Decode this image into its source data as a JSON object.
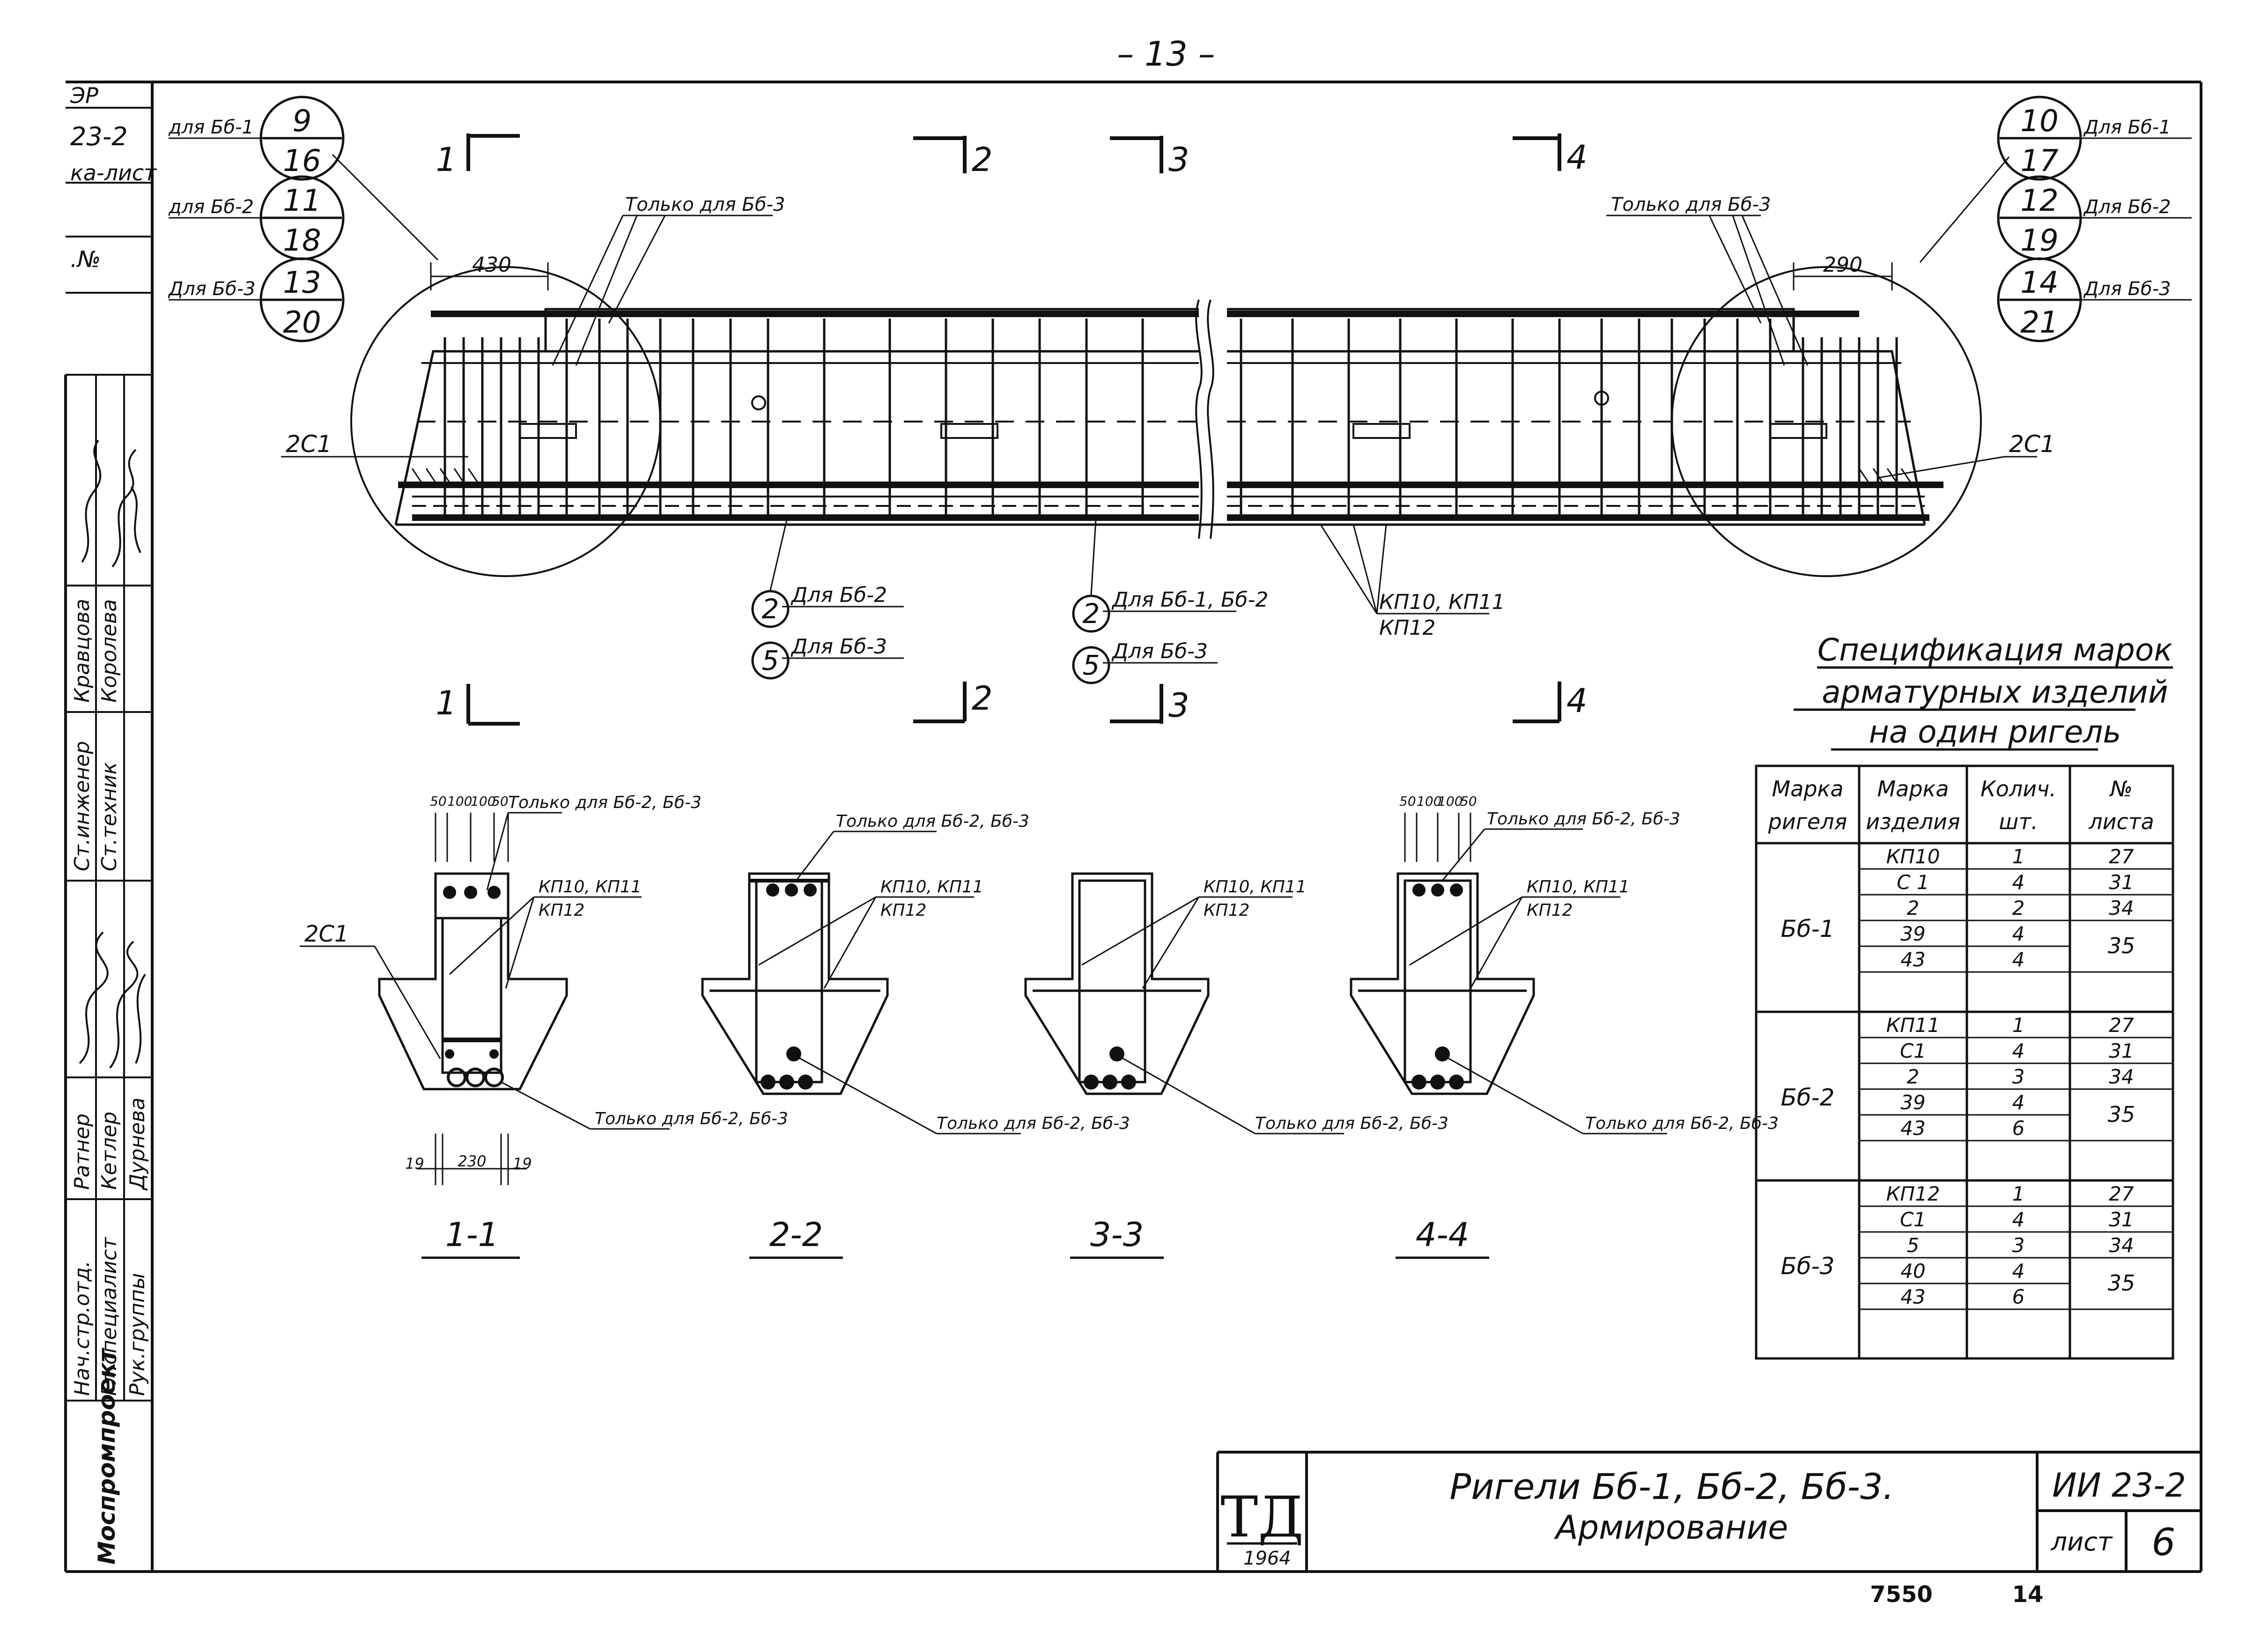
{
  "page_number": "– 13 –",
  "left_strip": {
    "header_lines": [
      "ЭР",
      "23-2",
      "ка-лист",
      ".№"
    ],
    "roles": [
      "Нач.стр.отд.",
      "Гл.специалист",
      "Рук.группы"
    ],
    "names_col1": [
      "Ратнер",
      "Ст.инженер",
      "Кравцова"
    ],
    "names_col2": [
      "Кетлер",
      "Ст.техник",
      "Королева"
    ],
    "names_col3": [
      "Дурнева"
    ],
    "org": "Моспромпроект"
  },
  "circles_left": [
    {
      "label": "для Бб-1",
      "top": "9",
      "bottom": "16"
    },
    {
      "label": "для Бб-2",
      "top": "11",
      "bottom": "18"
    },
    {
      "label": "Для Бб-3",
      "top": "13",
      "bottom": "20"
    }
  ],
  "circles_right": [
    {
      "label": "Для Бб-1",
      "top": "10",
      "bottom": "17"
    },
    {
      "label": "Для Бб-2",
      "top": "12",
      "bottom": "19"
    },
    {
      "label": "Для Бб-3",
      "top": "14",
      "bottom": "21"
    }
  ],
  "cut_labels": [
    "1",
    "2",
    "3",
    "4"
  ],
  "elevation": {
    "note_left": "Только для Бб-3",
    "note_right": "Только для Бб-3",
    "dim_left": "430",
    "dim_right": "290",
    "mark_2c1_left": "2С1",
    "mark_2c1_right": "2С1",
    "callouts": [
      {
        "num": "2",
        "text": "Для Бб-2"
      },
      {
        "num": "5",
        "text": "Для Бб-3"
      },
      {
        "num": "2",
        "text": "Для Бб-1, Бб-2"
      },
      {
        "num": "5",
        "text": "Для Бб-3"
      }
    ],
    "kp_label1": "КП10, КП11",
    "kp_label2": "КП12"
  },
  "sections": [
    {
      "title": "1-1",
      "note_top": "Только для Бб-2, Бб-3",
      "kp": "КП10, КП11",
      "kp2": "КП12",
      "note_bottom": "Только для Бб-2, Бб-3",
      "dims_top": [
        "50",
        "100",
        "100",
        "50"
      ],
      "dims_bottom": [
        "19",
        "230",
        "19"
      ],
      "mark": "2С1"
    },
    {
      "title": "2-2",
      "note_top": "Только для Бб-2, Бб-3",
      "kp": "КП10, КП11",
      "kp2": "КП12",
      "note_bottom": "Только для Бб-2, Бб-3"
    },
    {
      "title": "3-3",
      "kp": "КП10, КП11",
      "kp2": "КП12",
      "note_bottom": "Только для Бб-2, Бб-3"
    },
    {
      "title": "4-4",
      "note_top": "Только для Бб-2, Бб-3",
      "kp": "КП10, КП11",
      "kp2": "КП12",
      "note_bottom": "Только для Бб-2, Бб-3",
      "dims_top": [
        "50",
        "100",
        "100",
        "50"
      ]
    }
  ],
  "spec": {
    "title_lines": [
      "Спецификация марок",
      "арматурных изделий",
      "на один ригель"
    ],
    "headers": [
      [
        "Марка",
        "ригеля"
      ],
      [
        "Марка",
        "изделия"
      ],
      [
        "Колич.",
        "шт."
      ],
      [
        "№",
        "листа"
      ]
    ],
    "groups": [
      {
        "name": "Бб-1",
        "rows": [
          [
            "КП10",
            "1",
            "27"
          ],
          [
            "С 1",
            "4",
            "31"
          ],
          [
            "2",
            "2",
            "34"
          ],
          [
            "39",
            "4",
            "35"
          ],
          [
            "43",
            "4",
            ""
          ]
        ]
      },
      {
        "name": "Бб-2",
        "rows": [
          [
            "КП11",
            "1",
            "27"
          ],
          [
            "С1",
            "4",
            "31"
          ],
          [
            "2",
            "3",
            "34"
          ],
          [
            "39",
            "4",
            "35"
          ],
          [
            "43",
            "6",
            ""
          ]
        ]
      },
      {
        "name": "Бб-3",
        "rows": [
          [
            "КП12",
            "1",
            "27"
          ],
          [
            "С1",
            "4",
            "31"
          ],
          [
            "5",
            "3",
            "34"
          ],
          [
            "40",
            "4",
            "35"
          ],
          [
            "43",
            "6",
            ""
          ]
        ]
      }
    ]
  },
  "title_block": {
    "logo": "ТД",
    "year": "1964",
    "title_line1": "Ригели Бб-1, Бб-2, Бб-3.",
    "title_line2": "Армирование",
    "code": "ИИ 23-2",
    "sheet_label": "лист",
    "sheet_num": "6"
  },
  "footer_numbers": [
    "7550",
    "14"
  ]
}
